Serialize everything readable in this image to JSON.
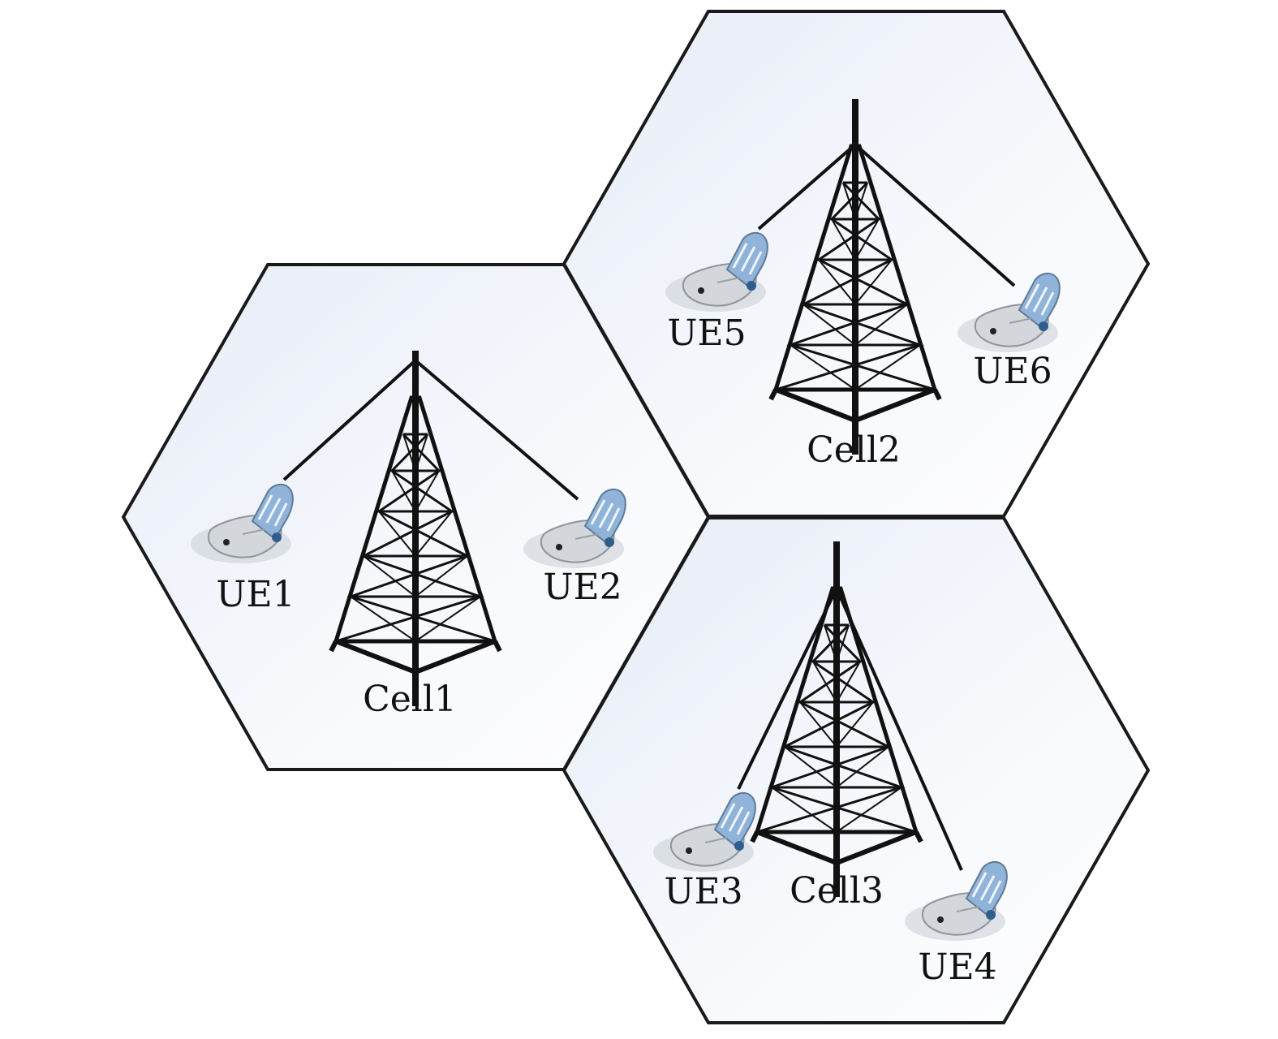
{
  "diagram": {
    "cells": [
      {
        "label": "Cell1",
        "ues": [
          {
            "label": "UE1"
          },
          {
            "label": "UE2"
          }
        ]
      },
      {
        "label": "Cell2",
        "ues": [
          {
            "label": "UE5"
          },
          {
            "label": "UE6"
          }
        ]
      },
      {
        "label": "Cell3",
        "ues": [
          {
            "label": "UE3"
          },
          {
            "label": "UE4"
          }
        ]
      }
    ],
    "colors": {
      "hex_fill_start": "#e6ecf7",
      "hex_fill_end": "#ffffff",
      "hex_stroke": "#1a1a1a",
      "tower": "#111111",
      "phone_body": "#c4c9cf",
      "phone_screen": "#8fb3d9",
      "phone_accent": "#2f5d8c"
    },
    "icons": {
      "tower": "cell-tower-icon",
      "phone": "mobile-phone-icon"
    }
  }
}
